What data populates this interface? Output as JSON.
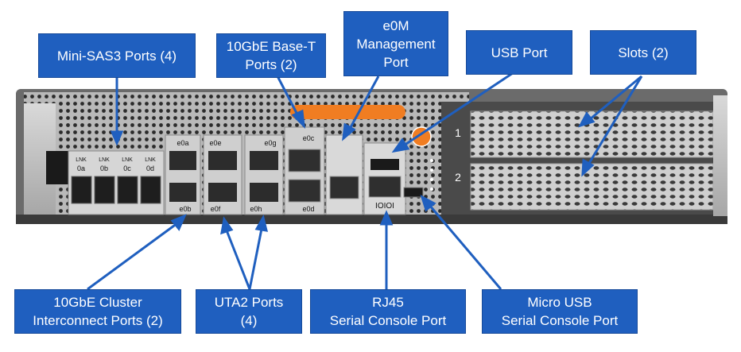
{
  "diagram": {
    "labels": {
      "mini_sas3": {
        "line1": "Mini-SAS3 Ports (4)"
      },
      "base_t": {
        "line1": "10GbE Base-T",
        "line2": "Ports (2)"
      },
      "e0m": {
        "line1": "e0M",
        "line2": "Management",
        "line3": "Port"
      },
      "usb": {
        "line1": "USB Port"
      },
      "slots": {
        "line1": "Slots (2)"
      },
      "cluster": {
        "line1": "10GbE Cluster",
        "line2": "Interconnect Ports (2)"
      },
      "uta2": {
        "line1": "UTA2 Ports",
        "line2": "(4)"
      },
      "rj45": {
        "line1": "RJ45",
        "line2": "Serial Console Port"
      },
      "micro_usb": {
        "line1": "Micro USB",
        "line2": "Serial Console Port"
      }
    },
    "port_labels": {
      "sas": [
        "0a",
        "0b",
        "0c",
        "0d"
      ],
      "lnk": "LNK",
      "e0a": "e0a",
      "e0b": "e0b",
      "e0e": "e0e",
      "e0f": "e0f",
      "e0g": "e0g",
      "e0h": "e0h",
      "e0c": "e0c",
      "e0d": "e0d",
      "slot1": "1",
      "slot2": "2",
      "serial": "IOIOI"
    },
    "colors": {
      "callout": "#1f5fbf",
      "arrow": "#1f5fbf",
      "chassis": "#b7b7b7",
      "orange": "#f07d22"
    }
  }
}
